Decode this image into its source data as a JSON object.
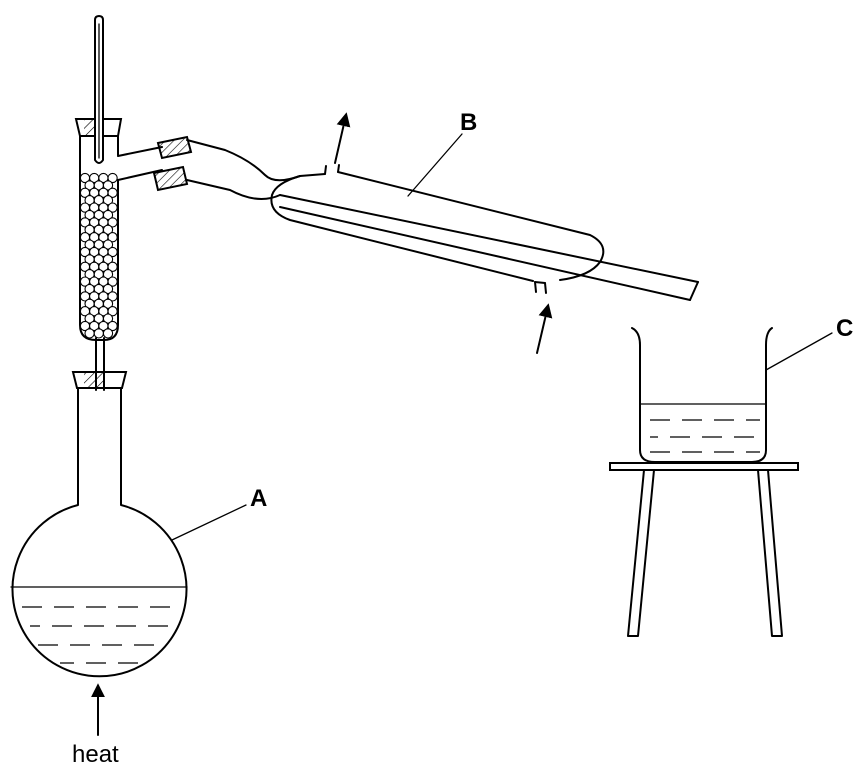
{
  "labels": {
    "flask": "A",
    "condenser": "B",
    "beaker": "C",
    "heat": "heat"
  }
}
